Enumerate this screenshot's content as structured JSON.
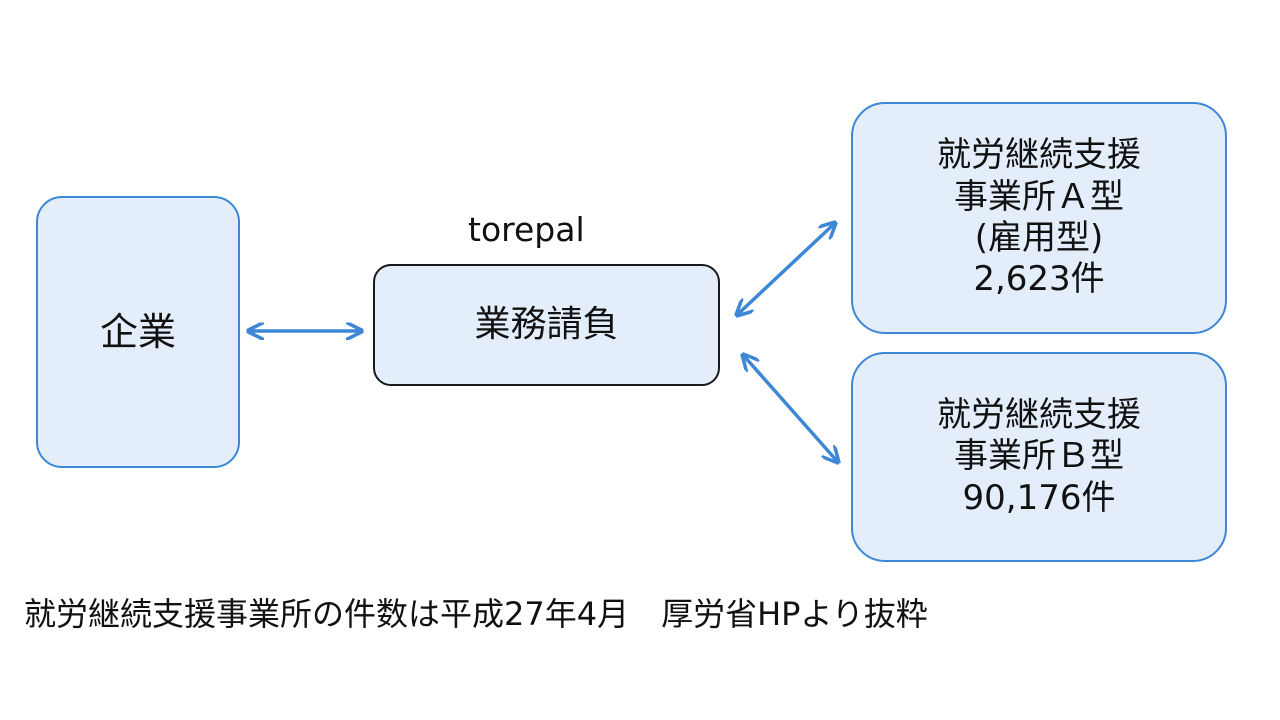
{
  "nodes": {
    "kigyo": {
      "lines": [
        "企業"
      ]
    },
    "gyomu": {
      "lines": [
        "業務請負"
      ]
    },
    "type_a": {
      "lines": [
        "就労継続支援",
        "事業所Ａ型",
        "(雇用型)",
        "2,623件"
      ]
    },
    "type_b": {
      "lines": [
        "就労継続支援",
        "事業所Ｂ型",
        "90,176件"
      ]
    }
  },
  "labels": {
    "torepal": "torepal"
  },
  "footnote": "就労継続支援事業所の件数は平成27年4月　厚労省HPより抜粋",
  "colors": {
    "box_fill": "#e4eefb",
    "box_border_blue": "#3d87d6",
    "box_border_dark": "#1a1a1a",
    "arrow": "#3d87d6"
  }
}
